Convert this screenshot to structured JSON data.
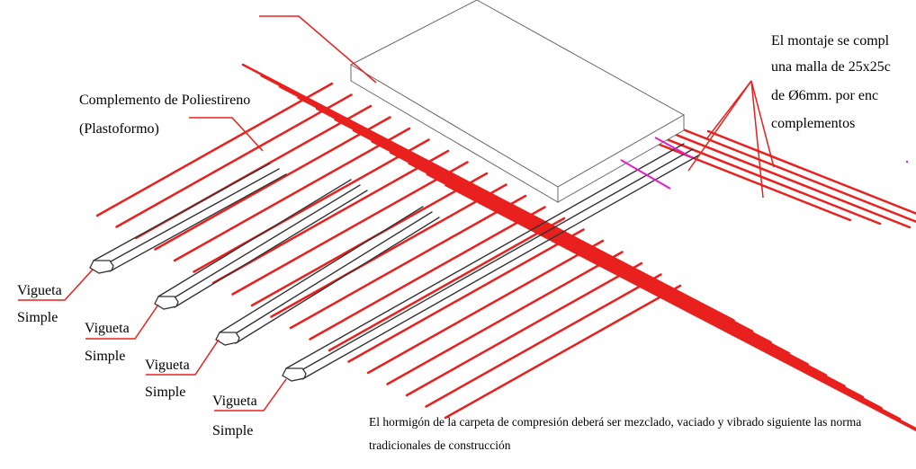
{
  "labels": {
    "complemento_line1": "Complemento de Poliestireno",
    "complemento_line2": "(Plastoformo)",
    "vigueta_word": "Vigueta",
    "simple_word": "Simple"
  },
  "notes": {
    "montaje_lines": [
      "El  montaje  se  compl",
      "una  malla  de  25x25c",
      "de   Ø6mm.   por   enc",
      "complementos"
    ],
    "hormigon_lines": [
      "El hormigón de la carpeta de compresión deberá ser mezclado, vaciado y vibrado siguiente las norma",
      "tradicionales de construcción"
    ]
  },
  "colors": {
    "rebar": "#e8201e",
    "outline": "#6b6b6b",
    "joist": "#333333",
    "ink": "#000000"
  },
  "icons": [
    "joist-section-icon"
  ]
}
